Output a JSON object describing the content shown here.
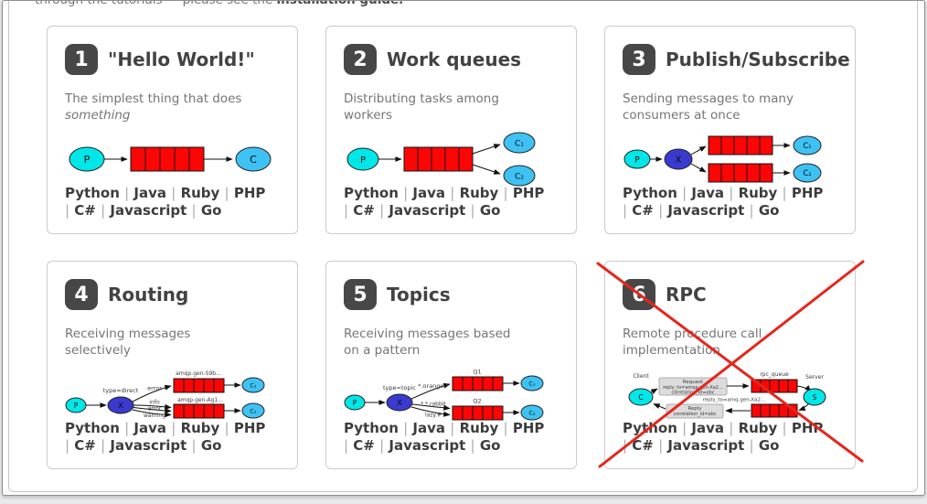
{
  "intro": {
    "prefix": "through the tutorials — please see the ",
    "link": "installation guide."
  },
  "languages": [
    "Python",
    "Java",
    "Ruby",
    "PHP",
    "C#",
    "Javascript",
    "Go"
  ],
  "separator": "|",
  "colors": {
    "producer": "#00e7e7",
    "consumer": "#3ec2f3",
    "exchange": "#3a3ace",
    "queue": "#fb0505",
    "badge": "#474747",
    "cross": "#e6261b"
  },
  "cards": [
    {
      "number": "1",
      "title": "\"Hello World!\"",
      "desc_plain": "The simplest thing that does ",
      "desc_italic": "something",
      "diagram": {
        "producer": "P",
        "consumer": "C"
      }
    },
    {
      "number": "2",
      "title": "Work queues",
      "desc_plain": "Distributing tasks among workers",
      "diagram": {
        "producer": "P",
        "consumer1": "C₁",
        "consumer2": "C₂"
      }
    },
    {
      "number": "3",
      "title": "Publish/Subscribe",
      "desc_plain": "Sending messages to many consumers at once",
      "diagram": {
        "producer": "P",
        "exchange": "X",
        "consumer1": "C₁",
        "consumer2": "C₂"
      }
    },
    {
      "number": "4",
      "title": "Routing",
      "desc_plain": "Receiving messages selectively",
      "diagram": {
        "producer": "P",
        "exchange": "X",
        "exchange_type": "type=direct",
        "binding_top": "error",
        "binding_mid": "info",
        "binding_low": "error",
        "binding_bottom": "warning",
        "queue1_label": "amqp.gen-S9b...",
        "queue2_label": "amqp.gen-Ag1...",
        "consumer1": "C₁",
        "consumer2": "C₂"
      }
    },
    {
      "number": "5",
      "title": "Topics",
      "desc_plain": "Receiving messages based on a pattern",
      "diagram": {
        "producer": "P",
        "exchange": "X",
        "exchange_type": "type=topic",
        "binding1": "*.orange.*",
        "binding2": "*.*.rabbit",
        "binding3": "lazy.#",
        "queue1_label": "Q1",
        "queue2_label": "Q2",
        "consumer1": "C₁",
        "consumer2": "C₂"
      }
    },
    {
      "number": "6",
      "title": "RPC",
      "desc_plain": "Remote procedure call implementation",
      "crossed_out": true,
      "diagram": {
        "client_label": "Client",
        "client": "C",
        "server_label": "Server",
        "server": "S",
        "request_title": "Request",
        "request_line1": "reply_to=amqp.gen-Xa2...",
        "request_line2": "correlation_id=abc",
        "reply_title": "Reply",
        "reply_line1": "correlation_id=abc",
        "queue_top_label": "rpc_queue",
        "queue_bottom_label": "reply_to=amq.gen-Xa2..."
      }
    }
  ]
}
